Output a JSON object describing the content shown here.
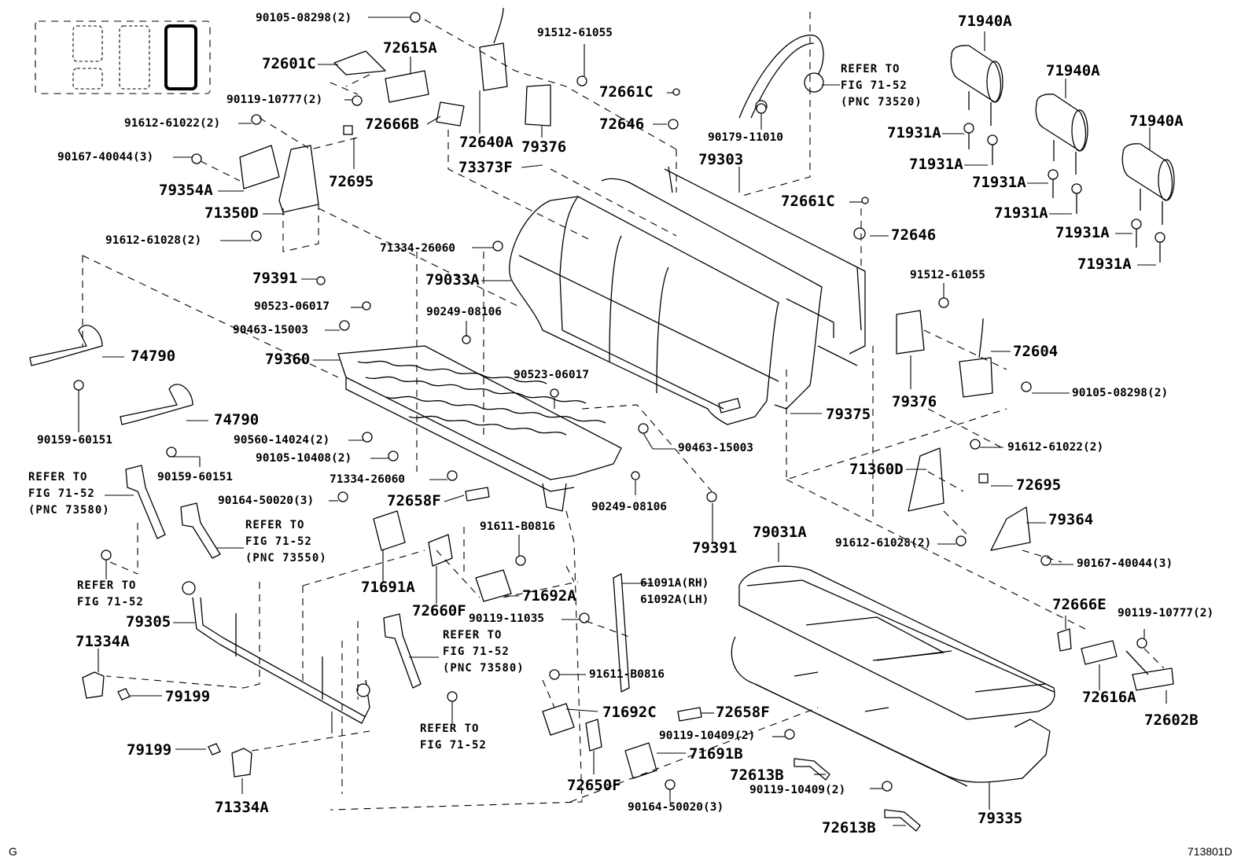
{
  "figure": {
    "figure_code": "713801D",
    "corner_mark": "G",
    "background": "#ffffff",
    "ink": "#000000"
  },
  "labels": {
    "p90105_08298_top": "90105-08298(2)",
    "p72601C": "72601C",
    "p72615A": "72615A",
    "p90119_10777_top": "90119-10777(2)",
    "p91612_61022_left": "91612-61022(2)",
    "p72666B": "72666B",
    "p72640A": "72640A",
    "p91512_61055_top": "91512-61055",
    "p79376_top": "79376",
    "p72661C_top": "72661C",
    "p72646_top": "72646",
    "p73373F": "73373F",
    "p90179_11010": "90179-11010",
    "p79303": "79303",
    "p90167_40044_left": "90167-40044(3)",
    "p79354A": "79354A",
    "p72695_left": "72695",
    "p71350D": "71350D",
    "p91612_61028_left": "91612-61028(2)",
    "p71334_26060_top": "71334-26060",
    "p79033A": "79033A",
    "p72661C_right": "72661C",
    "p72646_right": "72646",
    "p71940A_1": "71940A",
    "p71940A_2": "71940A",
    "p71940A_3": "71940A",
    "p71931A_1": "71931A",
    "p71931A_2": "71931A",
    "p71931A_3": "71931A",
    "p71931A_4": "71931A",
    "p71931A_5": "71931A",
    "p71931A_6": "71931A",
    "p79391_top": "79391",
    "p90523_06017_left": "90523-06017",
    "p90249_08106_top": "90249-08106",
    "p90463_15003_left": "90463-15003",
    "p79360": "79360",
    "p74790_1": "74790",
    "p74790_2": "74790",
    "p90159_60151_1": "90159-60151",
    "p90159_60151_2": "90159-60151",
    "p91512_61055_right": "91512-61055",
    "p72604": "72604",
    "p90105_08298_right": "90105-08298(2)",
    "p79376_right": "79376",
    "p79375": "79375",
    "p90523_06017_mid": "90523-06017",
    "p90463_15003_right": "90463-15003",
    "p90560_14024": "90560-14024(2)",
    "p90105_10408": "90105-10408(2)",
    "p71334_26060_bottom": "71334-26060",
    "p91612_61022_right": "91612-61022(2)",
    "p71360D": "71360D",
    "p72695_right": "72695",
    "p90164_50020_top": "90164-50020(3)",
    "p72658F_top": "72658F",
    "p90249_08106_bottom": "90249-08106",
    "p79391_bottom": "79391",
    "p91611_B0816_top": "91611-B0816",
    "p71691A": "71691A",
    "p72660F": "72660F",
    "p71692A": "71692A",
    "p61091A": "61091A(RH)",
    "p61092A": "61092A(LH)",
    "p79031A": "79031A",
    "p91612_61028_right": "91612-61028(2)",
    "p79364": "79364",
    "p90167_40044_right": "90167-40044(3)",
    "p79305": "79305",
    "p71334A_top": "71334A",
    "p79199_top": "79199",
    "p79199_bottom": "79199",
    "p71334A_bottom": "71334A",
    "p90119_11035": "90119-11035",
    "p91611_B0816_bottom": "91611-B0816",
    "p71692C": "71692C",
    "p72658F_bottom": "72658F",
    "p90119_10409_1": "90119-10409(2)",
    "p90119_10409_2": "90119-10409(2)",
    "p72613B_1": "72613B",
    "p72613B_2": "72613B",
    "p71691B": "71691B",
    "p72650F": "72650F",
    "p90164_50020_bottom": "90164-50020(3)",
    "p72666E": "72666E",
    "p90119_10777_right": "90119-10777(2)",
    "p72616A": "72616A",
    "p72602B": "72602B",
    "p79335": "79335"
  },
  "references": {
    "ref_73520": "REFER TO\nFIG 71-52\n(PNC 73520)",
    "ref_73580_left": "REFER TO\nFIG 71-52\n(PNC 73580)",
    "ref_73550": "REFER TO\nFIG 71-52\n(PNC 73550)",
    "ref_plain_left": "REFER TO\nFIG 71-52",
    "ref_73580_mid": "REFER TO\nFIG 71-52\n(PNC 73580)",
    "ref_plain_mid": "REFER TO\nFIG 71-52"
  }
}
